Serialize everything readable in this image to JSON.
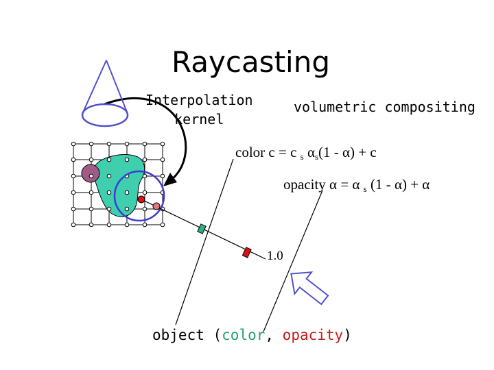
{
  "title": "Raycasting",
  "kernel_label": {
    "line1": "Interpolation",
    "line2": "kernel"
  },
  "compositing_label": "volumetric compositing",
  "formula_color": {
    "lhs": "color c = c ",
    "sub1": "s",
    "mid1": " α",
    "sub2": "s",
    "rest": "(1 - α) + c"
  },
  "formula_opacity": {
    "lhs": "opacity α = α ",
    "sub": "s",
    "rest": " (1 - α) + α"
  },
  "sample_value": "1.0",
  "object_label": {
    "prefix": "object (",
    "color_word": "color",
    "sep": ", ",
    "opacity_word": "opacity",
    "suffix": ")"
  },
  "colors": {
    "blob_fill": "#3fcfae",
    "purple_dot": "#a05a86",
    "kernel_circle": "#3a3ad6",
    "red_marker": "#dd1111",
    "green_marker": "#2fae7e",
    "color_word": "#2a9d6e",
    "opacity_word": "#c61a1a"
  }
}
